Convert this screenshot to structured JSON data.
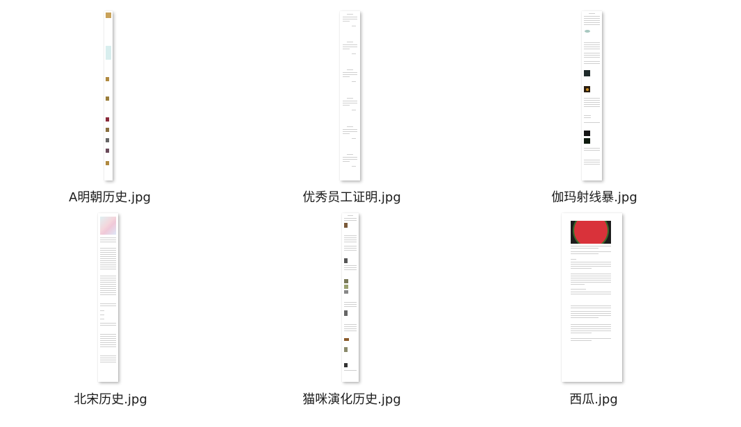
{
  "view": "large-icons",
  "files": [
    {
      "name": "A明朝历史.jpg",
      "type": "jpg",
      "thumbnail": "long-document-with-images"
    },
    {
      "name": "优秀员工证明.jpg",
      "type": "jpg",
      "thumbnail": "repeated-certificate-pages"
    },
    {
      "name": "伽玛射线暴.jpg",
      "type": "jpg",
      "thumbnail": "article-with-space-images"
    },
    {
      "name": "北宋历史.jpg",
      "type": "jpg",
      "thumbnail": "article-with-map"
    },
    {
      "name": "猫咪演化历史.jpg",
      "type": "jpg",
      "thumbnail": "article-with-cat-photos"
    },
    {
      "name": "西瓜.jpg",
      "type": "jpg",
      "thumbnail": "article-with-watermelon-photo"
    }
  ],
  "colors": {
    "background": "#ffffff",
    "label_text": "#1a1a1a",
    "watermelon_red": "#d9323a"
  }
}
